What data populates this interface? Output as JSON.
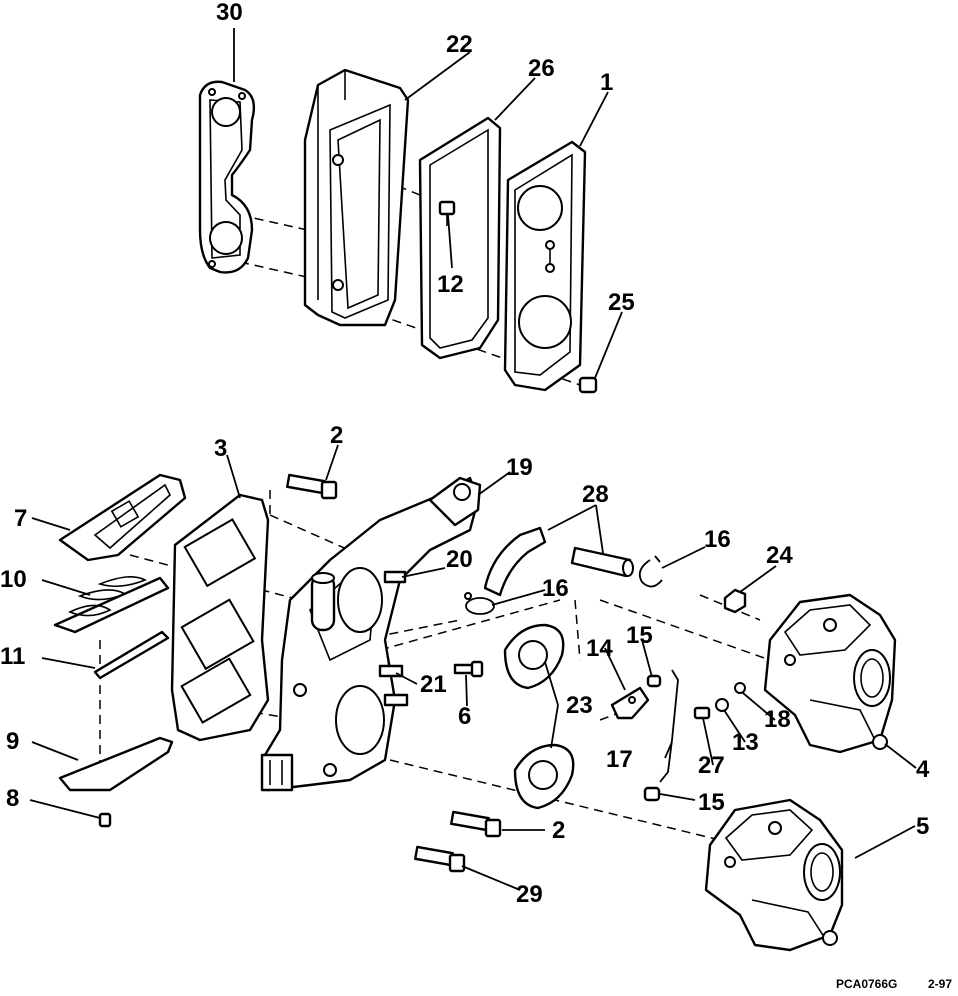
{
  "callouts": [
    {
      "id": "c30",
      "label": "30"
    },
    {
      "id": "c22",
      "label": "22"
    },
    {
      "id": "c26",
      "label": "26"
    },
    {
      "id": "c1",
      "label": "1"
    },
    {
      "id": "c12",
      "label": "12"
    },
    {
      "id": "c25",
      "label": "25"
    },
    {
      "id": "c3",
      "label": "3"
    },
    {
      "id": "c2a",
      "label": "2"
    },
    {
      "id": "c19",
      "label": "19"
    },
    {
      "id": "c28",
      "label": "28"
    },
    {
      "id": "c16a",
      "label": "16"
    },
    {
      "id": "c24",
      "label": "24"
    },
    {
      "id": "c7",
      "label": "7"
    },
    {
      "id": "c20",
      "label": "20"
    },
    {
      "id": "c16b",
      "label": "16"
    },
    {
      "id": "c10",
      "label": "10"
    },
    {
      "id": "c15a",
      "label": "15"
    },
    {
      "id": "c14",
      "label": "14"
    },
    {
      "id": "c11",
      "label": "11"
    },
    {
      "id": "c21",
      "label": "21"
    },
    {
      "id": "c23",
      "label": "23"
    },
    {
      "id": "c18",
      "label": "18"
    },
    {
      "id": "c6",
      "label": "6"
    },
    {
      "id": "c13",
      "label": "13"
    },
    {
      "id": "c9",
      "label": "9"
    },
    {
      "id": "c17",
      "label": "17"
    },
    {
      "id": "c27",
      "label": "27"
    },
    {
      "id": "c4",
      "label": "4"
    },
    {
      "id": "c8",
      "label": "8"
    },
    {
      "id": "c15b",
      "label": "15"
    },
    {
      "id": "c5",
      "label": "5"
    },
    {
      "id": "c2b",
      "label": "2"
    },
    {
      "id": "c29",
      "label": "29"
    }
  ],
  "footer": {
    "code": "PCA0766G",
    "page": "2-97"
  }
}
